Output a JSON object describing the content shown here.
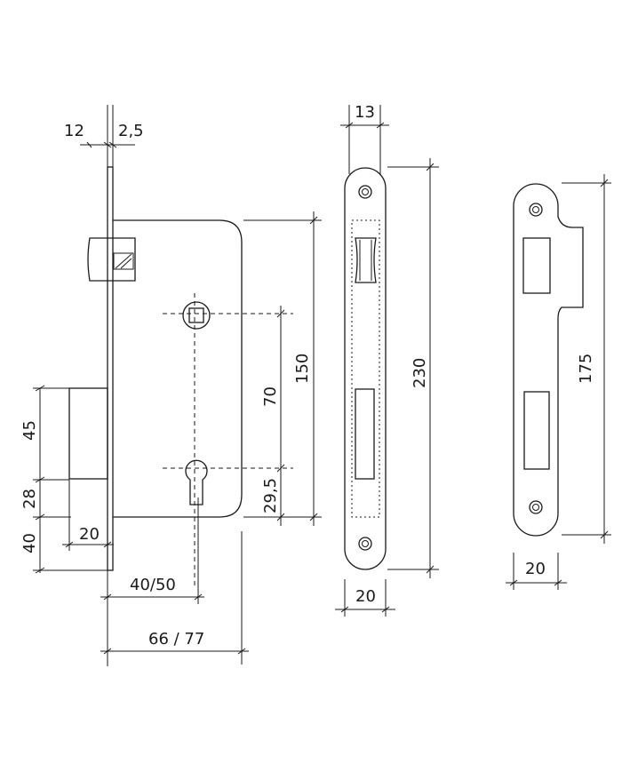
{
  "dimensions": {
    "faceplate_width": "12",
    "faceplate_thickness": "2,5",
    "latch_to_bolt": "45",
    "bolt_to_bottom": "28",
    "bottom_offset": "40",
    "bolt_width": "20",
    "backset": "40/50",
    "body_depth": "66 / 77",
    "body_height": "150",
    "handle_to_key": "70",
    "key_offset": "29,5",
    "faceplate_front_width": "13",
    "faceplate_length": "230",
    "faceplate_bottom_width": "20",
    "strike_length": "175",
    "strike_width": "20"
  }
}
